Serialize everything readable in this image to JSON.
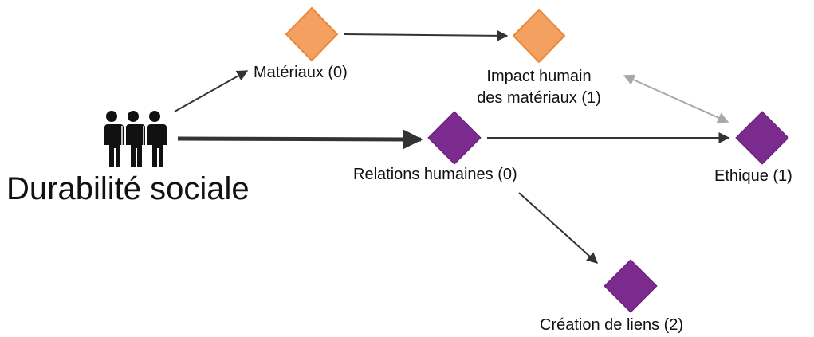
{
  "root": {
    "title": "Durabilité sociale",
    "icon": "people-group-icon"
  },
  "nodes": {
    "materiaux": {
      "label": "Matériaux (0)",
      "color": "#f4a060"
    },
    "impact": {
      "label_line1": "Impact humain",
      "label_line2": "des matériaux (1)",
      "color": "#f4a060"
    },
    "relations": {
      "label": "Relations humaines (0)",
      "color": "#7b2a8d"
    },
    "ethique": {
      "label": "Ethique (1)",
      "color": "#7b2a8d"
    },
    "creation": {
      "label": "Création de liens  (2)",
      "color": "#7b2a8d"
    }
  },
  "colors": {
    "edge": "#333333",
    "edge_light": "#a8a8a8",
    "orange_stroke": "#e8883a",
    "purple_stroke": "#6a1f7b"
  }
}
